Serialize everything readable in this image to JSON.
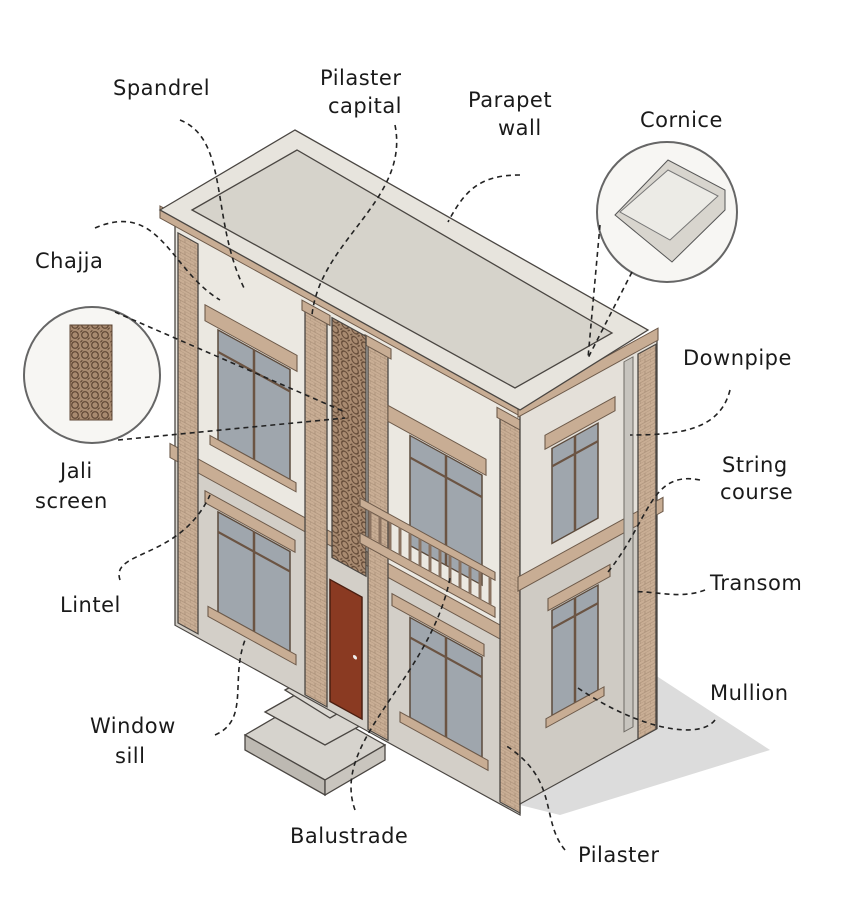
{
  "title": "Building facade elements (isometric diagram)",
  "labels": {
    "spandrel": [
      "Spandrel"
    ],
    "pilaster_capital": [
      "Pilaster",
      "capital"
    ],
    "parapet_wall": [
      "Parapet",
      "wall"
    ],
    "cornice": [
      "Cornice"
    ],
    "chajja": [
      "Chajja"
    ],
    "downpipe": [
      "Downpipe"
    ],
    "jali_screen": [
      "Jali",
      "screen"
    ],
    "string_course": [
      "String",
      "course"
    ],
    "transom": [
      "Transom"
    ],
    "lintel": [
      "Lintel"
    ],
    "mullion": [
      "Mullion"
    ],
    "window_sill": [
      "Window",
      "sill"
    ],
    "balustrade": [
      "Balustrade"
    ],
    "pilaster": [
      "Pilaster"
    ]
  },
  "colors": {
    "wall_upper": "#ebe8e1",
    "wall_lower": "#d3cfc8",
    "trim": "#c8ad94",
    "door": "#8a3a22",
    "glass": "#9fa6ad"
  }
}
